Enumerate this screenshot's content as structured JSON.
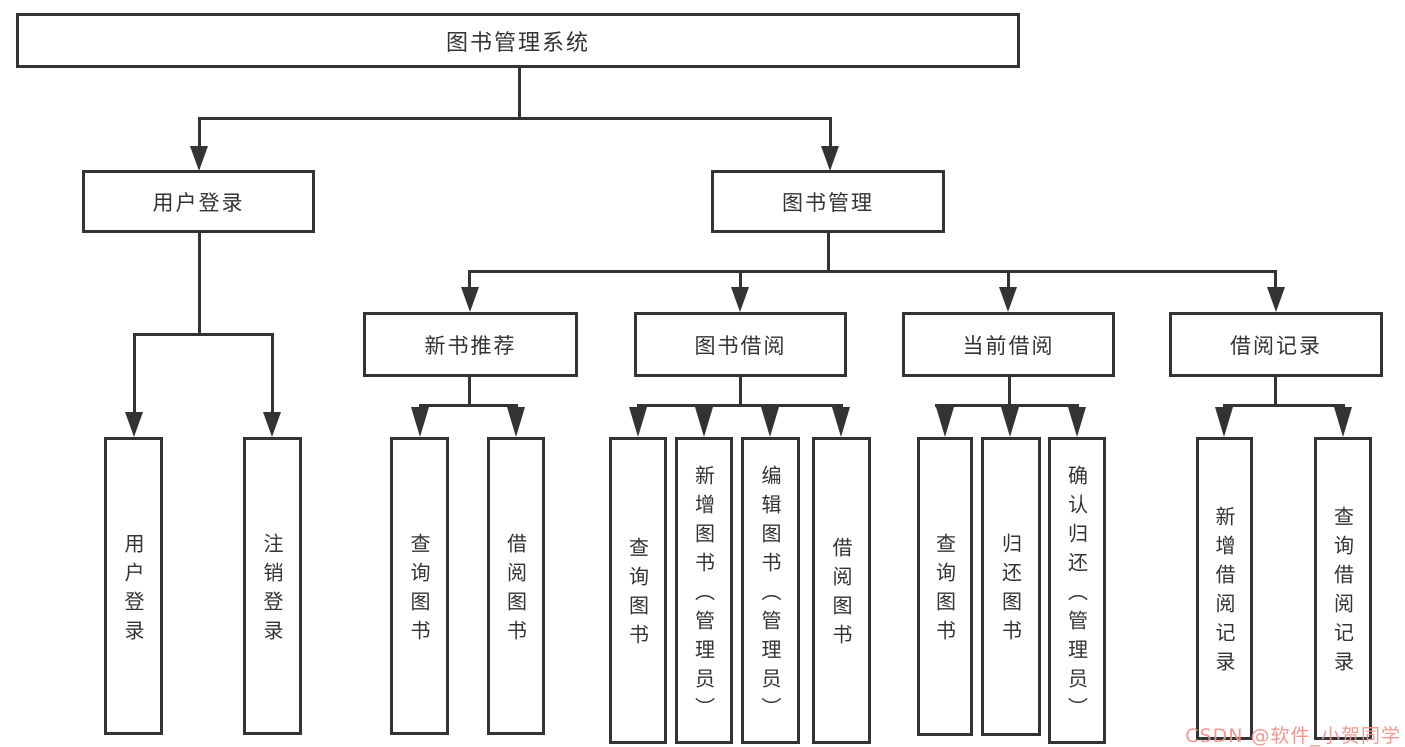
{
  "diagram": {
    "type": "tree",
    "root": {
      "label": "图书管理系统"
    },
    "level2": [
      {
        "label": "用户登录"
      },
      {
        "label": "图书管理"
      }
    ],
    "level3": [
      {
        "label": "新书推荐",
        "parent": "图书管理"
      },
      {
        "label": "图书借阅",
        "parent": "图书管理"
      },
      {
        "label": "当前借阅",
        "parent": "图书管理"
      },
      {
        "label": "借阅记录",
        "parent": "图书管理"
      }
    ],
    "leaves": {
      "user_login": [
        "用户登录",
        "注销登录"
      ],
      "new_book_recommend": [
        "查询图书",
        "借阅图书"
      ],
      "book_borrow": [
        "查询图书",
        "新增图书（管理员）",
        "编辑图书（管理员）",
        "借阅图书"
      ],
      "current_borrow": [
        "查询图书",
        "归还图书",
        "确认归还（管理员）"
      ],
      "borrow_records": [
        "新增借阅记录",
        "查询借阅记录"
      ]
    }
  },
  "watermark": {
    "text": "CSDN @软件_小贺同学",
    "color": "#F2928A"
  },
  "colors": {
    "line": "#333333",
    "box_border": "#333333",
    "background": "#FFFFFF",
    "text": "#333333"
  }
}
